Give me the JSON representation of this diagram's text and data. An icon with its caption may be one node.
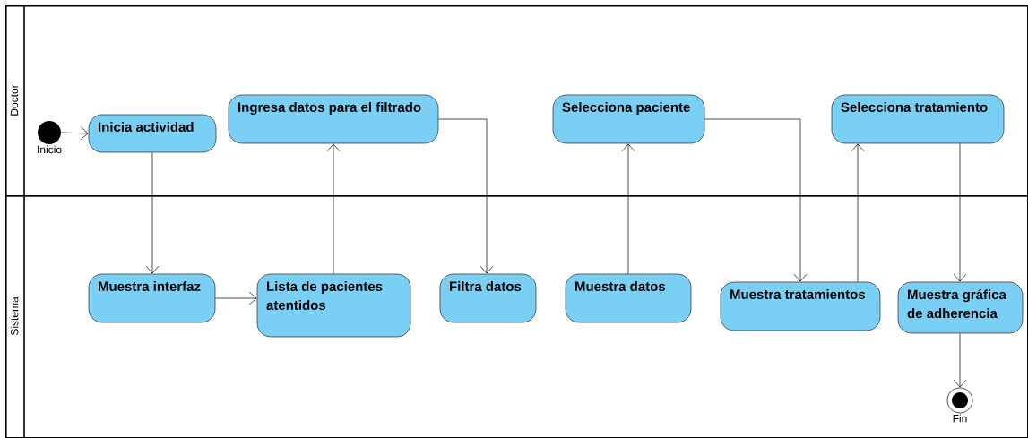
{
  "diagram": {
    "nodes": [
      {
        "text": [
          "Doctor"
        ]
      },
      {
        "text": [],
        "shape": "circle",
        "in": 0,
        "beside": [
          "Inicio"
        ]
      },
      {
        "text": [
          "Inicia actividad"
        ],
        "in": 0
      },
      {
        "text": [
          "Ingresa datos para el filtrado"
        ],
        "in": 0
      },
      {
        "text": [
          "Selecciona paciente"
        ],
        "in": 0
      },
      {
        "text": [
          "Selecciona tratamiento"
        ],
        "in": 0
      },
      {
        "text": [
          "Sistema"
        ]
      },
      {
        "text": [
          "Muestra interfaz"
        ],
        "in": 6
      },
      {
        "text": [
          "Lista de pacientes atentidos"
        ],
        "in": 6
      },
      {
        "text": [
          "Filtra datos"
        ],
        "in": 6
      },
      {
        "text": [
          "Muestra datos"
        ],
        "in": 6
      },
      {
        "text": [
          "Muestra tratamientos"
        ],
        "in": 6
      },
      {
        "text": [
          "Muestra gráfica de adherencia"
        ],
        "in": 6
      },
      {
        "text": [],
        "shape": "circle",
        "in": 6,
        "beside": [
          "Fin"
        ]
      }
    ],
    "edges": [
      {
        "from": 1,
        "to": 2,
        "arrow": "to"
      },
      {
        "from": 2,
        "to": 7,
        "arrow": "to"
      },
      {
        "from": 7,
        "to": 8,
        "arrow": "to"
      },
      {
        "from": 8,
        "to": 3,
        "arrow": "to"
      },
      {
        "from": 3,
        "to": 9,
        "arrow": "to"
      },
      {
        "from": 10,
        "to": 4,
        "arrow": "to"
      },
      {
        "from": 4,
        "to": 11,
        "arrow": "to"
      },
      {
        "from": 11,
        "to": 5,
        "arrow": "to"
      },
      {
        "from": 5,
        "to": 12,
        "arrow": "to"
      },
      {
        "from": 12,
        "to": 13,
        "arrow": "to"
      }
    ]
  }
}
